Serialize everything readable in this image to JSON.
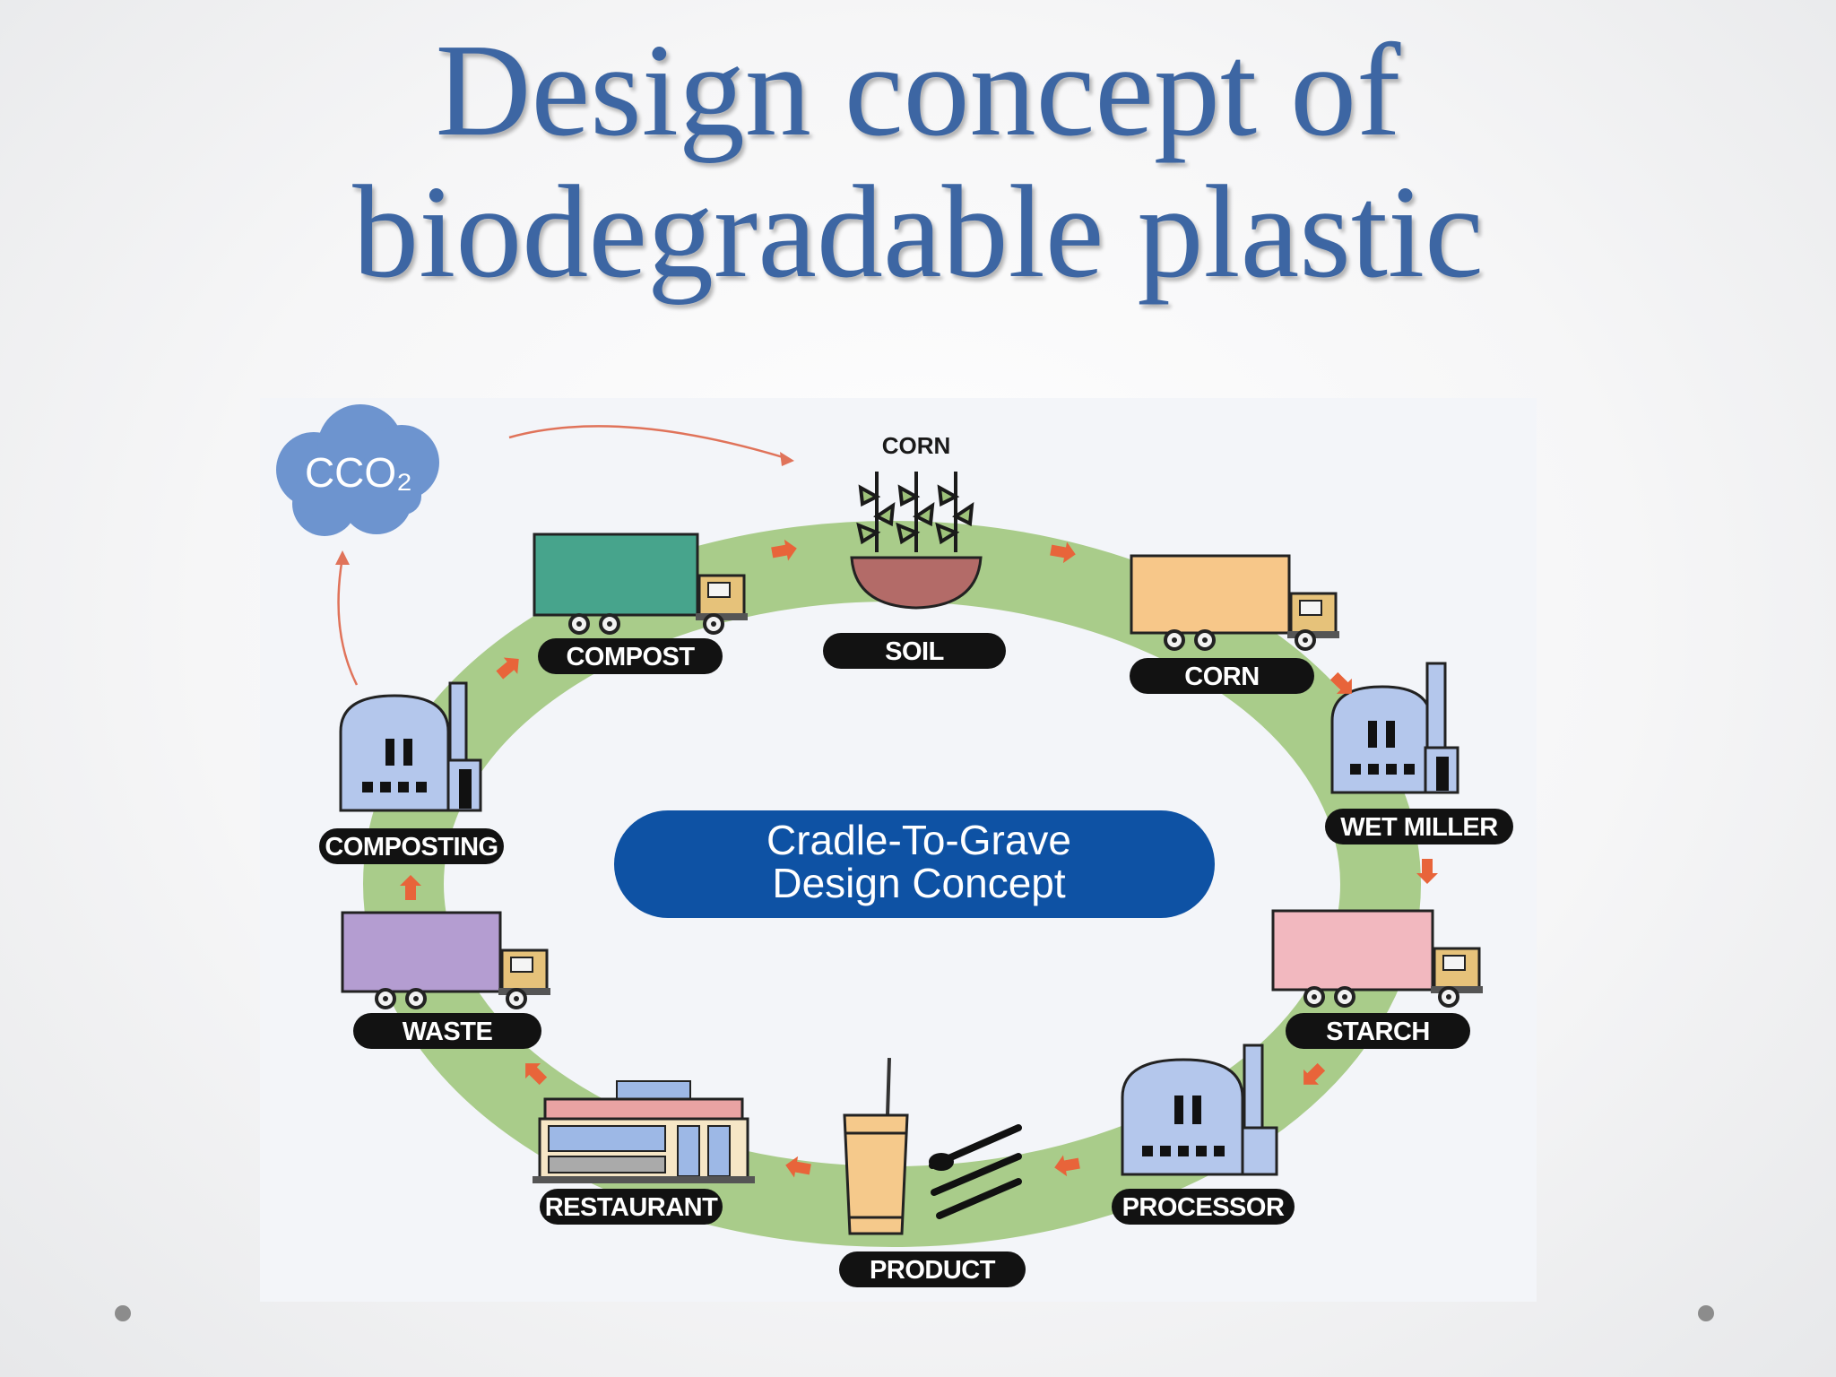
{
  "slide": {
    "title_line1": "Design concept of",
    "title_line2": "biodegradable plastic"
  },
  "diagram": {
    "center_line1": "Cradle-To-Grave",
    "center_line2": "Design Concept",
    "cloud_label": "CCO₂",
    "top_label": "CORN",
    "stages": {
      "compost": "COMPOST",
      "soil": "SOIL",
      "corn": "CORN",
      "wet_miller": "WET MILLER",
      "starch": "STARCH",
      "processor": "PROCESSOR",
      "product": "PRODUCT",
      "restaurant": "RESTAURANT",
      "waste": "WASTE",
      "composting": "COMPOSTING"
    },
    "colors": {
      "ring": "#a9cc8a",
      "arrow": "#e8643a",
      "cloud": "#6d94cf",
      "center_pill": "#0e52a4",
      "factory": "#b4c7ec",
      "pill": "#121212"
    }
  },
  "navigation": {
    "prev_icon": "dot-icon",
    "next_icon": "dot-icon"
  }
}
